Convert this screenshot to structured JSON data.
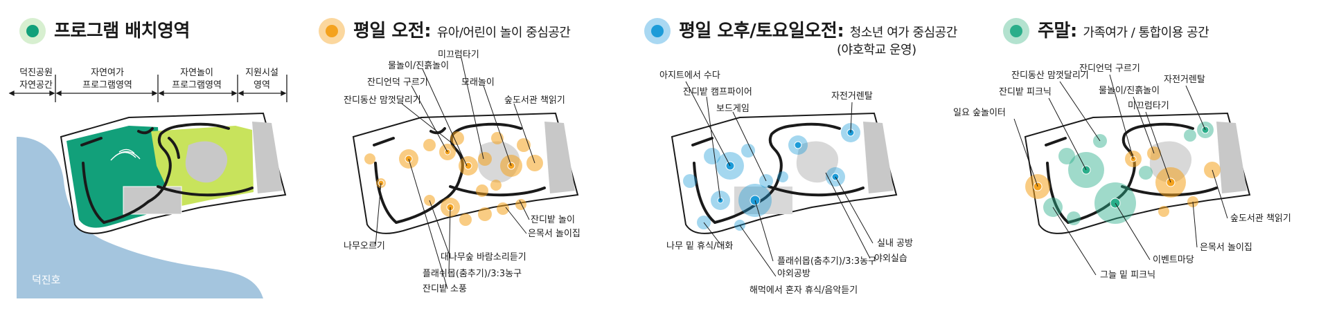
{
  "panels": {
    "program": {
      "title": "프로그램 배치영역",
      "zones": [
        {
          "line1": "덕진공원",
          "line2": "자연공간"
        },
        {
          "line1": "자연여가",
          "line2": "프로그램영역"
        },
        {
          "line1": "자연놀이",
          "line2": "프로그램영역"
        },
        {
          "line1": "지원시설",
          "line2": "영역"
        }
      ],
      "lake_label": "덕진호"
    },
    "weekday_morning": {
      "title": "평일 오전:",
      "subtitle": "유아/어린이 놀이 중심공간",
      "labels": [
        "물놀이/진흙놀이",
        "미끄럼타기",
        "잔디언덕 구르기",
        "모래놀이",
        "잔디동산 맘껏달리기",
        "숲도서관 책읽기",
        "잔디밭 놀이",
        "은목서 놀이집",
        "나무오르기",
        "대나무숲 바람소리듣기",
        "플래쉬몹(춤추기)/3:3농구",
        "잔디밭 소풍"
      ]
    },
    "weekday_afternoon": {
      "title": "평일 오후/토요일오전:",
      "subtitle": "청소년 여가 중심공간",
      "subtitle2": "(야호학교 운영)",
      "labels": [
        "아지트에서 수다",
        "잔디밭 캠프파이어",
        "보드게임",
        "자전거렌탈",
        "나무 밑 휴식/대화",
        "실내 공방",
        "야외실습",
        "플래쉬몹(춤추기)/3:3농구",
        "야외공방",
        "해먹에서 혼자 휴식/음악듣기"
      ]
    },
    "weekend": {
      "title": "주말:",
      "subtitle": "가족여가 / 통합이용 공간",
      "labels": [
        "잔디동산 맘껏달리기",
        "잔디언덕 구르기",
        "잔디밭 피크닉",
        "물놀이/진흙놀이",
        "자전거렌탈",
        "미끄럼타기",
        "일요 숲놀이터",
        "숲도서관 책읽기",
        "은목서 놀이집",
        "이벤트마당",
        "그늘 밑 피크닉"
      ]
    }
  },
  "colors": {
    "green_dark": "#12a07a",
    "green_light": "#c8e35c",
    "orange": "#f4a21e",
    "blue": "#1c9bd8",
    "teal": "#2aae8a",
    "lake": "#a4c5de",
    "path": "#1a1a1a",
    "support": "#c8c8c8"
  }
}
